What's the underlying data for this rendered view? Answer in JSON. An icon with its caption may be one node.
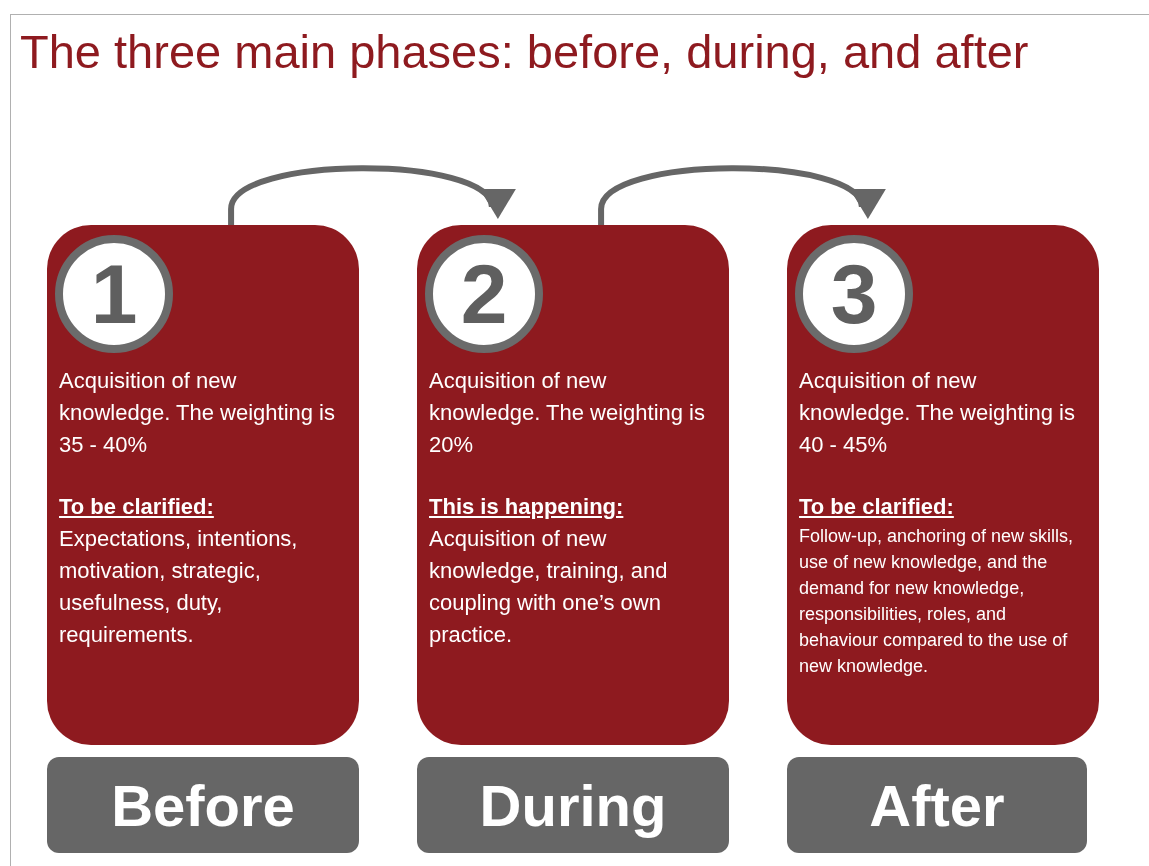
{
  "diagram": {
    "title": "The three main phases: before, during, and after",
    "nodes": [
      {
        "text": [
          "1",
          "Acquisition of new knowledge. The weighting is 35 - 40%",
          "To be clarified:",
          "Expectations, intentions, motivation, strategic, usefulness, duty, requirements."
        ]
      },
      {
        "text": [
          "Before"
        ]
      },
      {
        "text": [
          "2",
          "Acquisition of new knowledge. The weighting is 20%",
          "This is happening:",
          "Acquisition of new knowledge, training, and coupling with one’s own practice."
        ]
      },
      {
        "text": [
          "During"
        ]
      },
      {
        "text": [
          "3",
          "Acquisition of new knowledge. The weighting is 40 - 45%",
          "To be clarified:",
          "Follow-up, anchoring of new skills, use of new knowledge, and the demand for new knowledge, responsibilities, roles, and behaviour compared to the use of new knowledge."
        ]
      },
      {
        "text": [
          "After"
        ]
      }
    ],
    "edges": [
      {
        "from": 0,
        "to": 2,
        "arrow": "to"
      },
      {
        "from": 2,
        "to": 4,
        "arrow": "to"
      }
    ]
  }
}
